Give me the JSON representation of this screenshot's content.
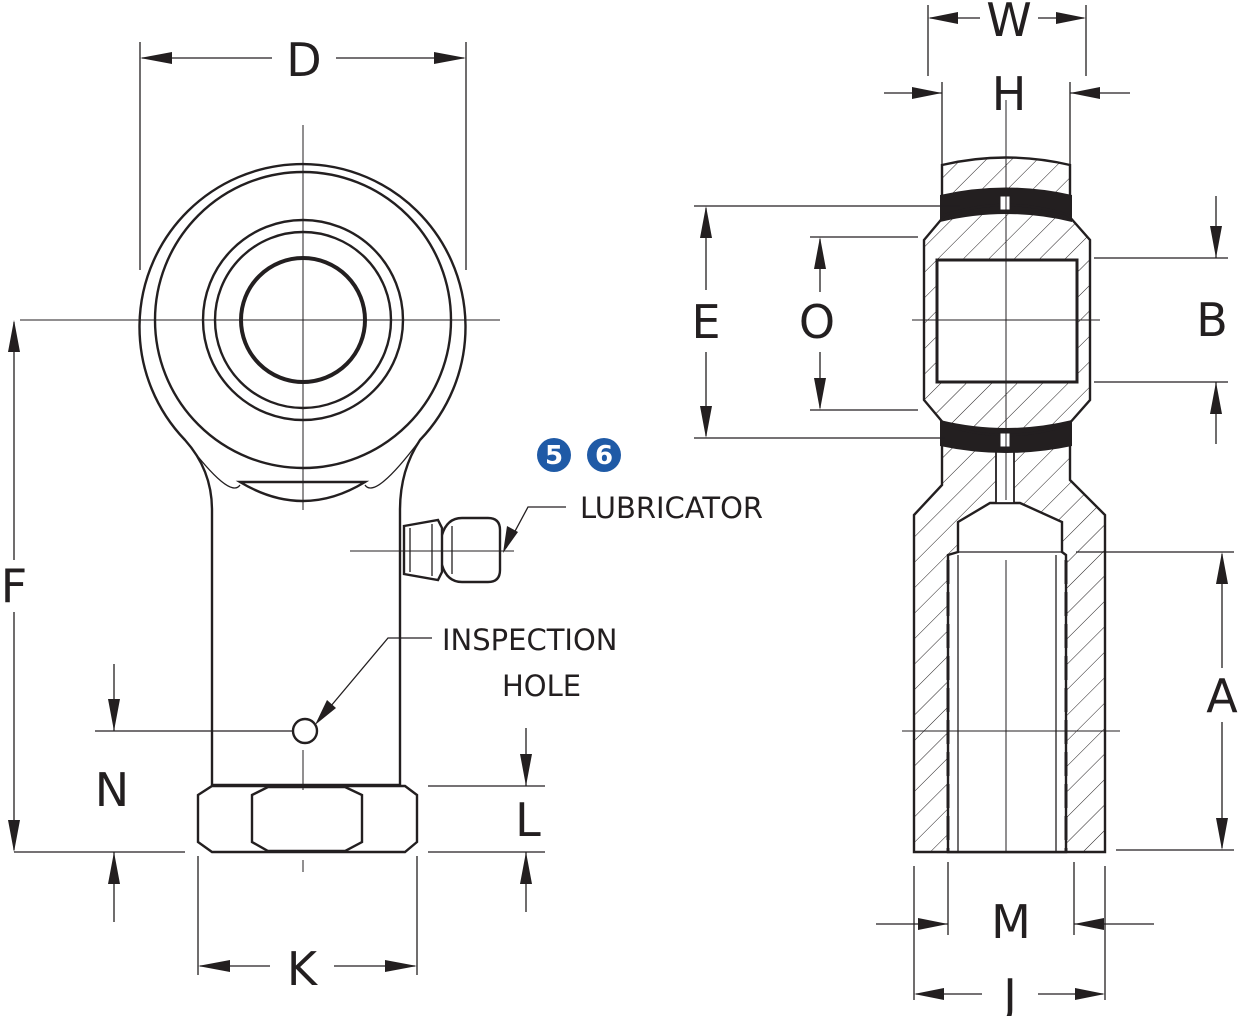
{
  "dimensions": {
    "D": "D",
    "F": "F",
    "N": "N",
    "K": "K",
    "L": "L",
    "W": "W",
    "H": "H",
    "E": "E",
    "O": "O",
    "B": "B",
    "A": "A",
    "M": "M",
    "J": "J"
  },
  "callouts": {
    "lubricator": "LUBRICATOR",
    "inspection_line1": "INSPECTION",
    "inspection_line2": "HOLE"
  },
  "badges": [
    "5",
    "6"
  ],
  "colors": {
    "line": "#231f20",
    "badge": "#1f5aa6"
  }
}
